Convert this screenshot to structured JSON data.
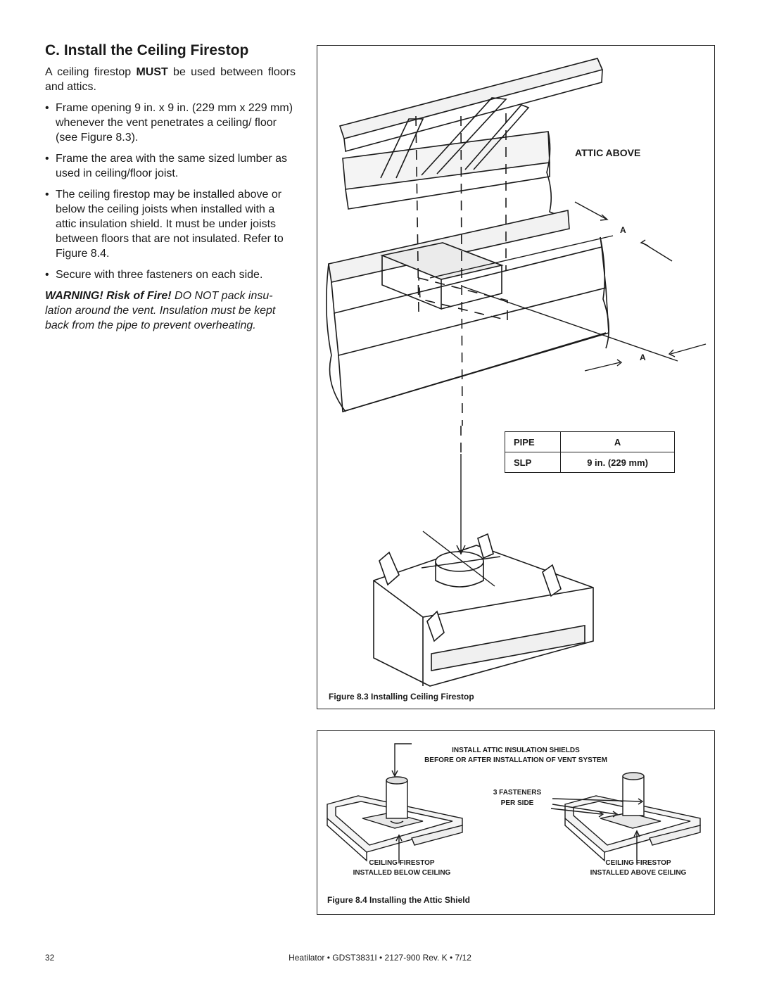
{
  "section": {
    "title": "C. Install the Ceiling Firestop",
    "intro_before": "A ceiling firestop ",
    "intro_strong": "MUST",
    "intro_after": " be used between floors and attics.",
    "bullets": [
      "Frame opening 9 in. x 9 in. (229 mm x 229 mm) whenever the vent penetrates a ceiling/ floor (see Figure 8.3).",
      "Frame the area with the same sized lumber as used in ceiling/floor joist.",
      "The ceiling firestop may be installed above or below the ceiling joists when installed with a attic insulation shield. It must be under joists between floors that are not insulated.  Refer to Figure 8.4.",
      "Secure with three fasteners on each side."
    ],
    "bullet_symbol": "•",
    "warning_strong": "WARNING! Risk of Fire!",
    "warning_text": " DO NOT pack insu- lation around the vent. Insulation must be kept back from the pipe to prevent overheating."
  },
  "figure_8_3": {
    "attic_label": "ATTIC ABOVE",
    "dim_label_top": "A",
    "dim_label_bottom": "A",
    "table_headers": [
      "PIPE",
      "A"
    ],
    "table_rows": [
      [
        "SLP",
        "9 in. (229 mm)"
      ]
    ],
    "caption": "Figure 8.3  Installing Ceiling Firestop"
  },
  "figure_8_4": {
    "title_line1": "INSTALL ATTIC INSULATION SHIELDS",
    "title_line2": "BEFORE OR AFTER INSTALLATION OF VENT SYSTEM",
    "fasteners_line1": "3 FASTENERS",
    "fasteners_line2": "PER SIDE",
    "left_label_line1": "CEILING FIRESTOP",
    "left_label_line2": "INSTALLED BELOW CEILING",
    "right_label_line1": "CEILING FIRESTOP",
    "right_label_line2": "INSTALLED ABOVE CEILING",
    "caption": "Figure 8.4  Installing the Attic Shield"
  },
  "footer": {
    "page_number": "32",
    "doc_info": "Heatilator  •  GDST3831I  •  2127-900 Rev. K  •  7/12"
  }
}
